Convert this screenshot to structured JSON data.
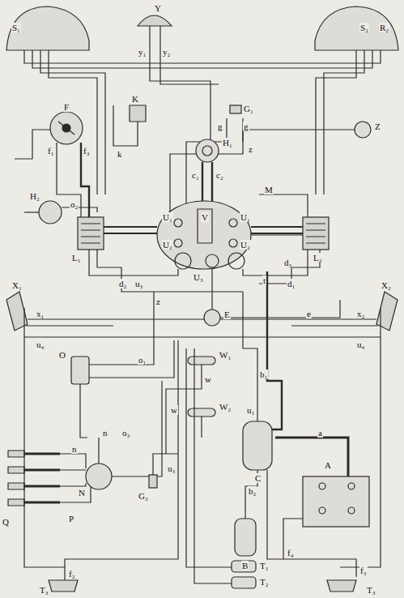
{
  "diagram": {
    "labels": [
      "S₁",
      "S₂",
      "R₂",
      "Y",
      "y₁",
      "y₂",
      "G₁",
      "g",
      "g",
      "F",
      "f₁",
      "f₃",
      "K",
      "k",
      "Z",
      "z",
      "H₁",
      "c₁",
      "c₂",
      "H₂",
      "o₂",
      "M",
      "L₁",
      "L₂",
      "U₁",
      "V",
      "U₁",
      "U₂",
      "U₂",
      "U₃",
      "d₂",
      "u₃",
      "z",
      "d₃",
      "d₁",
      "t",
      "X₁",
      "X₂",
      "x₁",
      "x₂",
      "u₄",
      "u₄",
      "E",
      "e",
      "O",
      "o₁",
      "W₁",
      "w",
      "w",
      "b₁",
      "u₁",
      "a",
      "W₂",
      "C",
      "A",
      "o₃",
      "Q",
      "P",
      "n",
      "n",
      "N",
      "G₂",
      "u₃",
      "b₂",
      "B",
      "f₄",
      "f₂",
      "f₃",
      "T₁",
      "T₂",
      "T₃",
      "T₃"
    ]
  }
}
